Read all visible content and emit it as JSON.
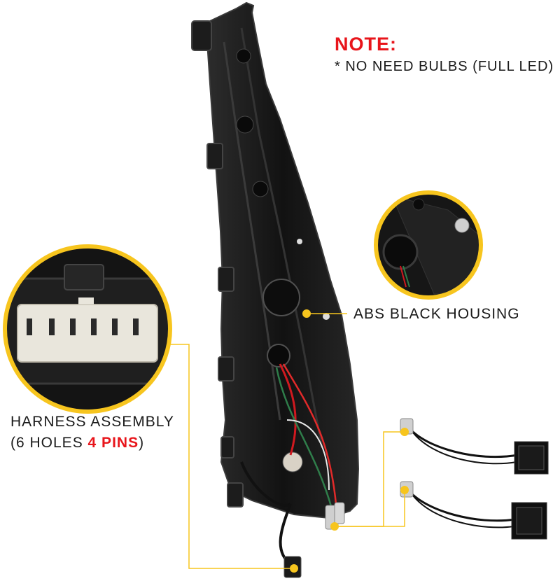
{
  "note": {
    "title": "NOTE:",
    "line": "* NO NEED BULBS (FULL LED)"
  },
  "callouts": {
    "housing": "ABS BLACK HOUSING",
    "harness_line1": "HARNESS ASSEMBLY",
    "harness_line2_open": "(6 HOLES ",
    "harness_line2_pins": "4 PINS",
    "harness_line2_close": ")"
  },
  "colors": {
    "accent_red": "#e8151b",
    "callout_yellow": "#f7c51e",
    "housing_black": "#151515"
  }
}
